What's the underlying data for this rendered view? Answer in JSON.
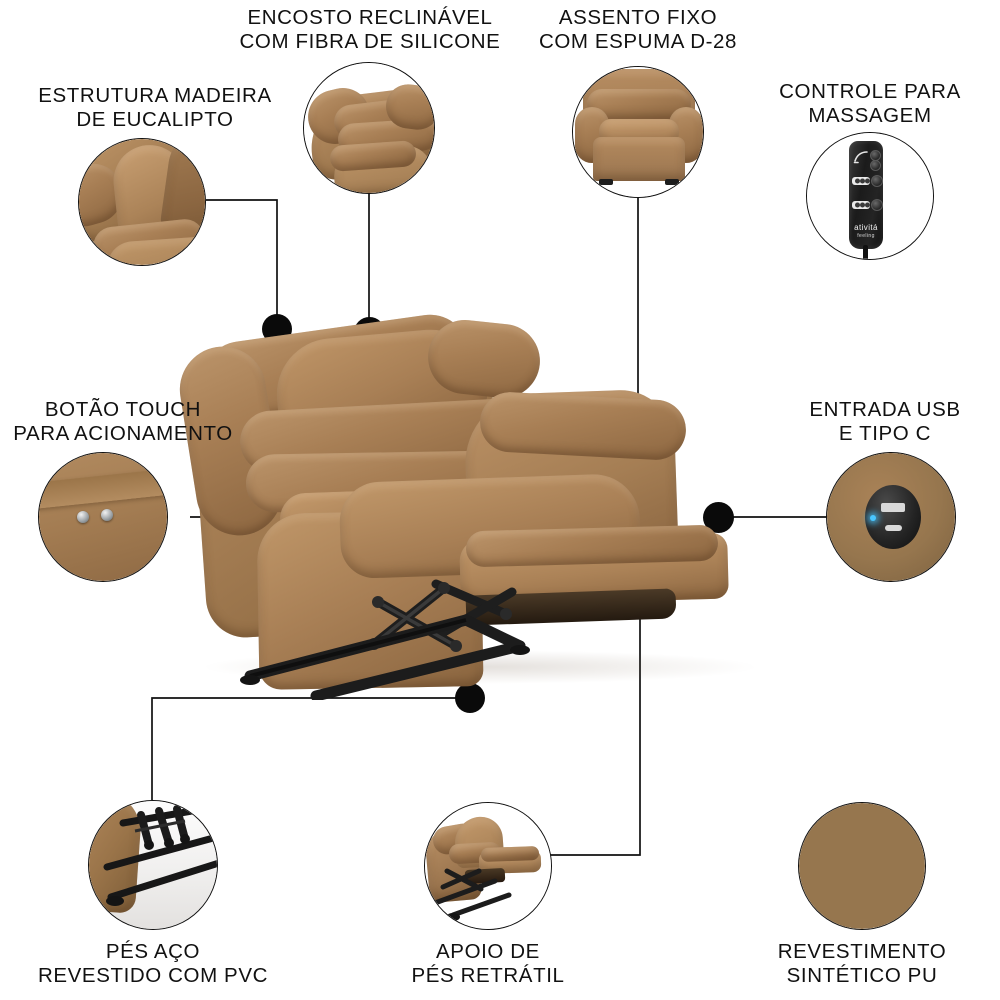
{
  "page": {
    "title": "Poltrona Reclinavel - Infografico de Caracteristicas",
    "background_color": "#ffffff",
    "text_color": "#111111",
    "line_color": "#111111",
    "dot_color": "#0a0a0a",
    "upholstery_color": "#96764E",
    "steel_color": "#2b2b2b"
  },
  "callouts": [
    {
      "id": "estrutura-madeira",
      "label": "ESTRUTURA MADEIRA\nDE EUCALIPTO",
      "detail": "close-up do encosto estofado sobre estrutura de madeira",
      "position": "top-left"
    },
    {
      "id": "encosto-reclinavel",
      "label": "ENCOSTO RECLINÁVEL\nCOM FIBRA DE SILICONE",
      "detail": "poltrona reclinada vista lateral",
      "position": "top-center-left"
    },
    {
      "id": "assento-fixo",
      "label": "ASSENTO FIXO\nCOM ESPUMA D-28",
      "detail": "poltrona vista frontal",
      "position": "top-center-right"
    },
    {
      "id": "controle-massagem",
      "label": "CONTROLE PARA\nMASSAGEM",
      "detail": "controle remoto de massagem",
      "position": "top-right"
    },
    {
      "id": "botao-touch",
      "label": "BOTÃO TOUCH\nPARA ACIONAMENTO",
      "detail": "dois botoes touch metalicos na lateral",
      "position": "middle-left"
    },
    {
      "id": "entrada-usb",
      "label": "ENTRADA USB\nE TIPO C",
      "detail": "painel oval preto com porta USB-A, USB-C e LED azul",
      "position": "middle-right"
    },
    {
      "id": "pes-aco",
      "label": "PÉS AÇO\nREVESTIDO COM PVC",
      "detail": "base de aco preta com pes revestidos",
      "position": "bottom-left"
    },
    {
      "id": "apoio-pes",
      "label": "APOIO DE\nPÉS RETRÁTIL",
      "detail": "poltrona com apoio de pes estendido",
      "position": "bottom-center"
    },
    {
      "id": "revestimento",
      "label": "REVESTIMENTO\nSINTÉTICO PU",
      "detail": "amostra de cor do revestimento",
      "position": "bottom-right"
    }
  ],
  "remote": {
    "brand": "ativitá",
    "sub_brand": "feeling",
    "icon_recline": "recline-icon",
    "icon_massage": "massage-dial-icon",
    "icon_heat": "heat-dial-icon"
  },
  "usb": {
    "port_a_name": "usb-a-port",
    "port_c_name": "usb-c-port",
    "led_name": "power-led",
    "led_color": "#49c6ff"
  },
  "swatch": {
    "color": "#96764E",
    "name": "pu-fabric-swatch"
  }
}
